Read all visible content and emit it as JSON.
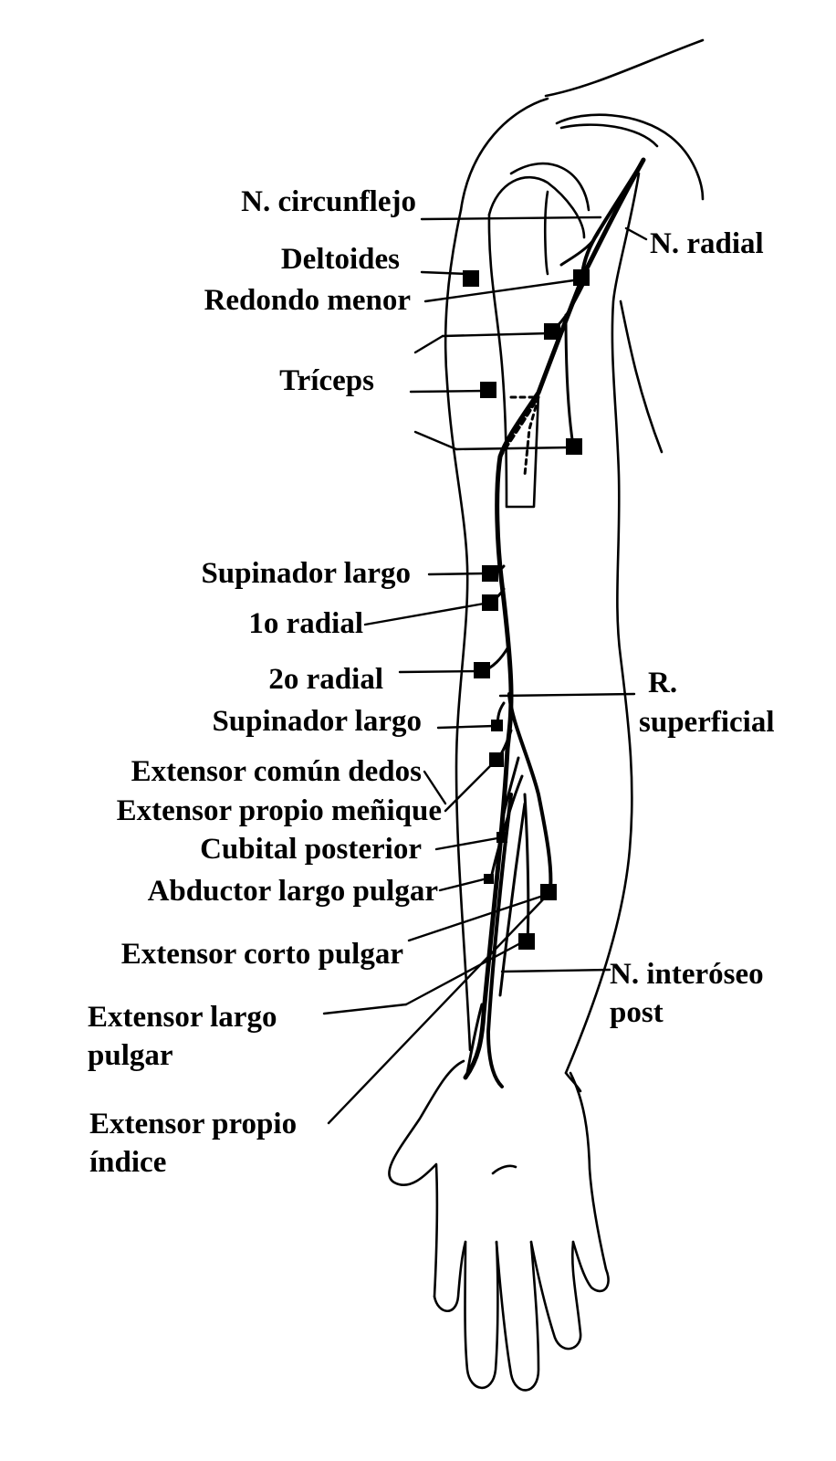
{
  "diagram": {
    "ink_color": "#000000",
    "background": "#ffffff",
    "labels": {
      "n_circunflejo": "N. circunflejo",
      "deltoides": "Deltoides",
      "redondo_menor": "Redondo menor",
      "triceps": "Tríceps",
      "n_radial": "N. radial",
      "supinador_largo_1": "Supinador largo",
      "primer_radial": "1o radial",
      "segundo_radial": "2o radial",
      "r_superficial_1": "R.",
      "r_superficial_2": "superficial",
      "supinador_largo_2": "Supinador largo",
      "extensor_comun_dedos": "Extensor común dedos",
      "extensor_propio_menique": "Extensor propio meñique",
      "cubital_posterior": "Cubital posterior",
      "abductor_largo_pulgar": "Abductor largo pulgar",
      "extensor_corto_pulgar": "Extensor corto pulgar",
      "extensor_largo_pulgar_1": "Extensor largo",
      "extensor_largo_pulgar_2": "pulgar",
      "n_interoseo_1": "N. interóseo",
      "n_interoseo_2": "post",
      "extensor_propio_indice_1": "Extensor propio",
      "extensor_propio_indice_2": "índice"
    }
  }
}
